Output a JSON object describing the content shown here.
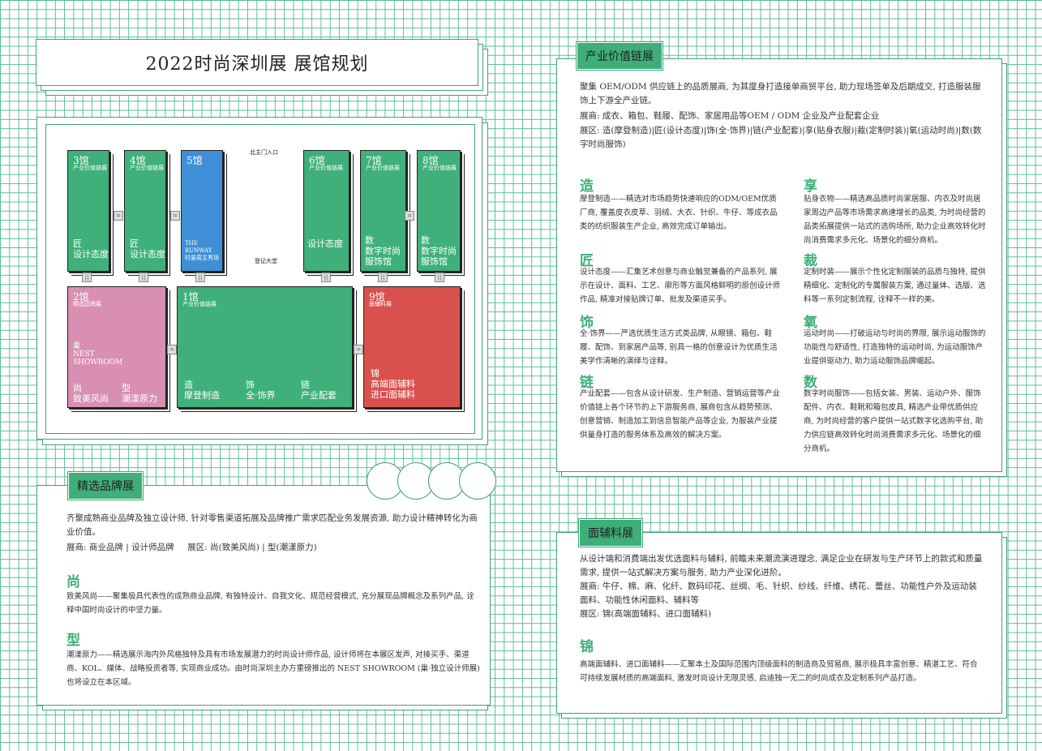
{
  "title": "2022时尚深圳展 展馆规划",
  "map": {
    "north_entrance": "北主门入口",
    "lobby": "登记大堂",
    "halls": [
      {
        "no": "3馆",
        "zone": "产业价值链展",
        "lab": "匠\n设计态度",
        "color": "green"
      },
      {
        "no": "4馆",
        "zone": "产业价值链展",
        "lab": "匠\n设计态度",
        "color": "green"
      },
      {
        "no": "5馆",
        "zone": "",
        "lab": "THE\nRUNWAY\n时装周主秀场",
        "color": "blue"
      },
      {
        "no": "6馆",
        "zone": "产业价值链展",
        "lab": "设计态度",
        "color": "green"
      },
      {
        "no": "7馆",
        "zone": "产业价值链展",
        "lab": "数\n数字时尚\n服饰馆",
        "color": "green"
      },
      {
        "no": "8馆",
        "zone": "产业价值链展",
        "lab": "数\n数字时尚\n服饰馆",
        "color": "green"
      },
      {
        "no": "2馆",
        "zone": "精选品牌展",
        "lab": "巢\nNEST\nSHOWROOM",
        "color": "pink"
      },
      {
        "no": "1馆",
        "zone": "产业价值链展",
        "lab": "",
        "color": "green"
      },
      {
        "no": "9馆",
        "zone": "面辅料展",
        "lab": "锦\n高端面辅料\n进口面辅料",
        "color": "red"
      }
    ],
    "hall2_bottom": [
      "尚\n致美风尚",
      "型\n潮漾原力"
    ],
    "hall1_bottom": [
      "造\n摩登制造",
      "饰\n全·饰界",
      "链\n产业配套"
    ]
  },
  "brand": {
    "tag": "精选品牌展",
    "intro": "齐聚成熟商业品牌及独立设计师, 针对零售渠道拓展及品牌推广需求匹配业务发展资源, 助力设计精神转化为商业价值。",
    "scope": "展商: 商业品牌 | 设计师品牌     展区: 尚(致美风尚) | 型(潮漾原力)",
    "items": [
      {
        "big": "尚",
        "desc": "致美风尚——聚集极具代表性的成熟商业品牌, 有独特设计、自我文化、规范经营模式, 充分展现品牌概念及系列产品, 诠释中国时尚设计的中坚力量。"
      },
      {
        "big": "型",
        "desc": "潮漾原力——精选展示海内外风格独特及具有市场发展潜力的时尚设计师作品, 设计师将在本展区发声, 对接买手、渠道商、KOL、媒体、战略投资者等, 实现商业成功。由时尚深圳主办方重磅推出的 NEST SHOWROOM (巢·独立设计师展)也将设立在本区域。"
      }
    ]
  },
  "value_chain": {
    "tag": "产业价值链展",
    "intro": "聚集 OEM/ODM 供应链上的品质展商, 为其度身打造接单商贸平台, 助力现场签单及后期成交, 打造服装服饰上下游全产业链。",
    "exhibitors": "展商: 成衣、箱包、鞋履、配饰、家居用品等OEM / ODM 企业及产业配套企业",
    "zones": "展区: 造(摩登制造)|匠(设计态度)|饰(全·饰界)|链(产业配套)|享(贴身衣服)|裁(定制时装)|氧(运动时尚)|数(数字时尚服饰)",
    "left": [
      {
        "big": "造",
        "desc": "摩登制造——精选对市场趋势快速响应的ODM/OEM优质厂商, 覆盖皮衣皮草、羽绒、大衣、针织、牛仔、等成衣品类的纺织服装生产企业, 高效完成订单输出。"
      },
      {
        "big": "匠",
        "desc": "设计态度——汇集艺术创意与商业触觉兼备的产品系列, 展示在设计、面料、工艺、廓形等方面风格鲜明的原创设计师作品, 精准对接贴牌订单、批发及渠道买手。"
      },
      {
        "big": "饰",
        "desc": "全·饰界——严选优质生活方式类品牌, 从眼镜、箱包、鞋履、配饰、到家居产品等, 别具一格的创意设计为优质生活美学作清晰的演绎与诠释。"
      },
      {
        "big": "链",
        "desc": "产业配套——包含从设计研发、生产制造、营销运营等产业价值链上各个环节的上下游服务商, 展商包含从趋势预测、创意营销、制造加工到信息智能产品等企业, 为服装产业提供量身打造的服务体系及高效的解决方案。"
      }
    ],
    "right": [
      {
        "big": "享",
        "desc": "贴身衣物——精选高品质时尚家居服、内衣及时尚居家周边产品等市场需求高速增长的品类, 为时尚经营的品类拓展提供一站式的选购场所, 助力企业高效转化时尚消费需求多元化、场景化的细分商机。"
      },
      {
        "big": "裁",
        "desc": "定制时装——展示个性化定制服装的品质与独特, 提供精细化、定制化的专属服装方案, 通过量体、选版、选料等一系列定制流程, 诠释不一样的美。"
      },
      {
        "big": "氧",
        "desc": "运动时尚——打破运动与时尚的界限, 展示运动服饰的功能性与舒适性, 打造独特的运动时尚, 为运动服饰产业提供驱动力, 助力运动服饰品牌崛起。"
      },
      {
        "big": "数",
        "desc": "数字时尚服饰——包括女装、男装、运动户外、服饰配件、内衣、鞋靴和箱包皮具, 精选产业带优质供应商, 为时尚经营的客户提供一站式数字化选购平台, 助力供应链高效转化时尚消费需求多元化、场景化的细分商机。"
      }
    ]
  },
  "fabric": {
    "tag": "面辅料展",
    "intro": "从设计端和消费端出发优选面料与辅料, 前瞻未来潮流演进理念, 满足企业在研发与生产环节上的款式和质量需求, 提供一站式解决方案与服务, 助力产业深化进阶。",
    "exhibitors": "展商: 牛仔、棉、麻、化纤、数码印花、丝绸、毛、针织、纱线、纤维、绣花、蕾丝、功能性户外及运动装面料、功能性休闲面料、辅料等",
    "zones": "展区: 锦(高端面辅料、进口面辅料)",
    "items": [
      {
        "big": "锦",
        "desc": "高端面辅料、进口面辅料——汇聚本土及国际范围内顶级面料的制造商及贸易商, 展示极具丰富创意、精湛工艺、符合可持续发展材质的高端面料, 激发时尚设计无限灵感, 启迪独一无二的时尚成衣及定制系列产品打造。"
      }
    ]
  }
}
